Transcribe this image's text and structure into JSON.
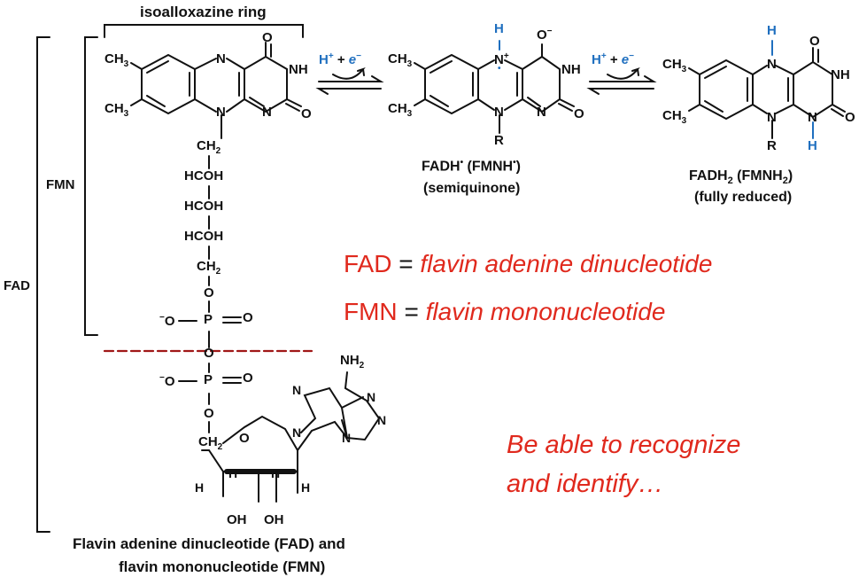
{
  "brackets": {
    "isoalloxazine": "isoalloxazine ring",
    "fmn": "FMN",
    "fad": "FAD"
  },
  "atoms": {
    "ch3": "CH",
    "three": "3",
    "n": "N",
    "o": "O",
    "nh": "NH",
    "h": "H",
    "r": "R",
    "plus": "+",
    "dot": "•",
    "ominus": "O",
    "minus": "−",
    "ch2": "CH",
    "two": "2",
    "hcoh": "HCOH",
    "p": "P",
    "nh2": "NH",
    "oh": "OH"
  },
  "arrows": {
    "reagent1": "H",
    "reagent1_e": "e",
    "reagent2": "H",
    "reagent2_e": "e",
    "plus_sign": "+"
  },
  "captions": {
    "semiquinone_name": "FADH",
    "semiquinone_name2": "(FMNH",
    "semiquinone_sub": "(semiquinone)",
    "reduced_name": "FADH",
    "reduced_name2": "(FMNH",
    "reduced_sub": "(fully reduced)",
    "bottom_line1": "Flavin adenine dinucleotide (FAD) and",
    "bottom_line2": "flavin mononucleotide (FMN)"
  },
  "definitions": {
    "fad_abbrev": "FAD",
    "equals": "=",
    "fad_full": "flavin adenine dinucleotide",
    "fmn_abbrev": "FMN",
    "fmn_full": "flavin mononucleotide"
  },
  "note": {
    "line1": "Be able to recognize",
    "line2": "and identify…"
  },
  "colors": {
    "red": "#e0291d",
    "blue": "#1f6fbf",
    "dash": "#a01818"
  }
}
